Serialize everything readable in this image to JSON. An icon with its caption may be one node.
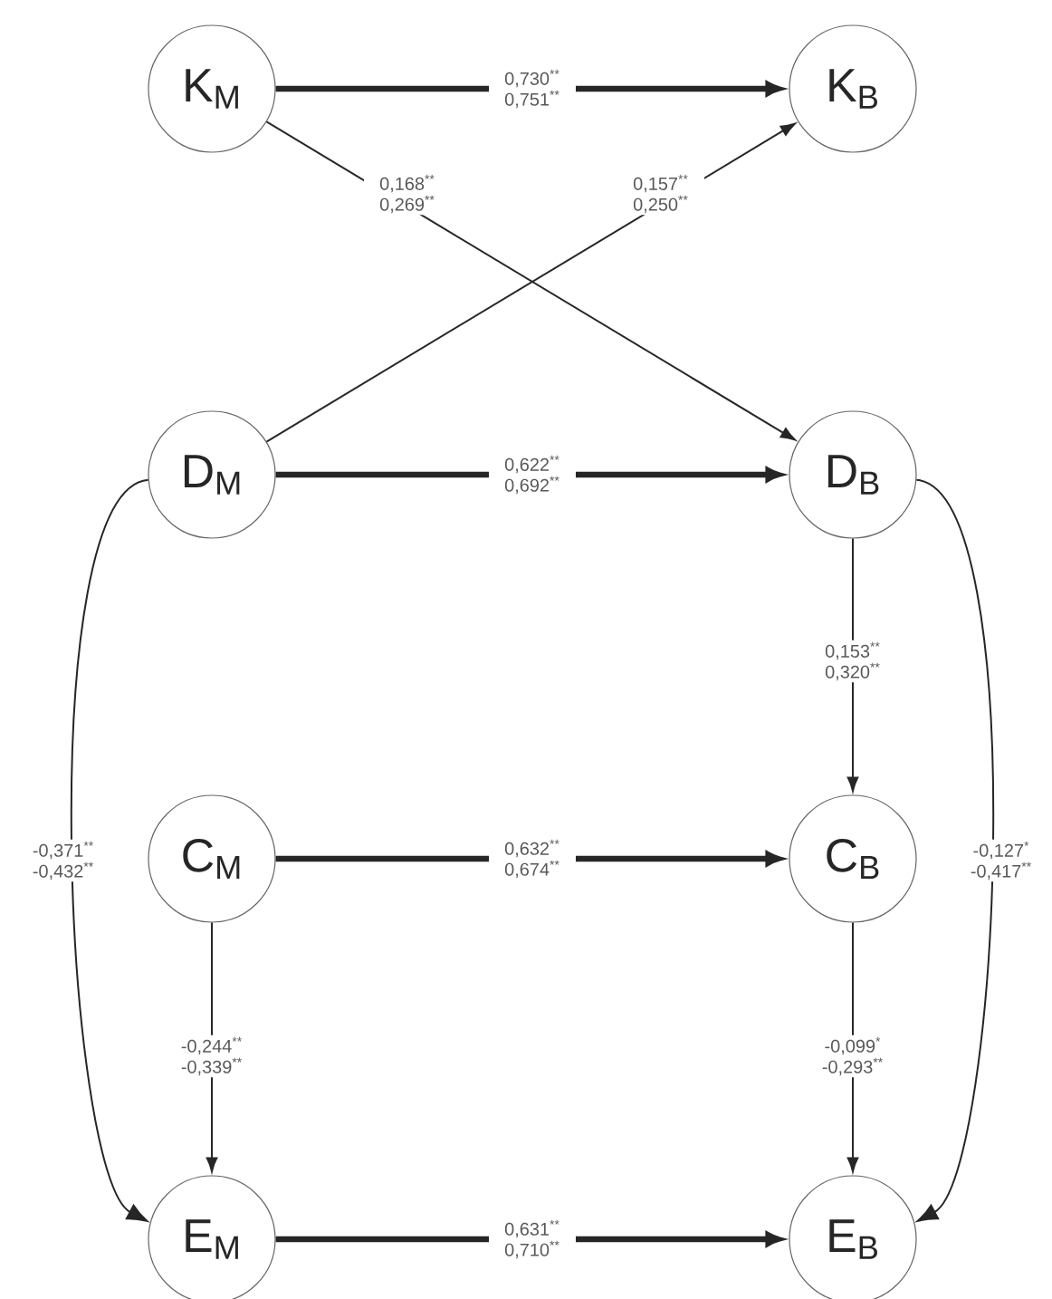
{
  "diagram": {
    "nodes": [
      {
        "text": [
          "K$_{M}$"
        ]
      },
      {
        "text": [
          "K$_{B}$"
        ]
      },
      {
        "text": [
          "D$_{M}$"
        ]
      },
      {
        "text": [
          "D$_{B}$"
        ]
      },
      {
        "text": [
          "C$_{M}$"
        ]
      },
      {
        "text": [
          "C$_{B}$"
        ]
      },
      {
        "text": [
          "E$_{M}$"
        ]
      },
      {
        "text": [
          "E$_{B}$"
        ]
      }
    ],
    "edges": [
      {
        "from": 0,
        "to": 1,
        "arrow": "to",
        "style": "thick",
        "label": "0,730$^{**}$ 0,751$^{**}$"
      },
      {
        "from": 0,
        "to": 3,
        "arrow": "to",
        "label": "0,168$^{**}$ 0,269$^{**}$"
      },
      {
        "from": 2,
        "to": 1,
        "arrow": "to",
        "label": "0,157$^{**}$ 0,250$^{**}$"
      },
      {
        "from": 2,
        "to": 3,
        "arrow": "to",
        "style": "thick",
        "label": "0,622$^{**}$ 0,692$^{**}$"
      },
      {
        "from": 3,
        "to": 5,
        "arrow": "to",
        "label": "0,153$^{**}$ 0,320$^{**}$"
      },
      {
        "from": 4,
        "to": 5,
        "arrow": "to",
        "style": "thick",
        "label": "0,632$^{**}$ 0,674$^{**}$"
      },
      {
        "from": 4,
        "to": 6,
        "arrow": "to",
        "label": "-0,244$^{**}$ -0,339$^{**}$"
      },
      {
        "from": 5,
        "to": 7,
        "arrow": "to",
        "label": "-0,099$^{*}$ -0,293$^{**}$"
      },
      {
        "from": 2,
        "to": 6,
        "arrow": "to",
        "label": "-0,371$^{**}$ -0,432$^{**}$"
      },
      {
        "from": 3,
        "to": 7,
        "arrow": "to",
        "label": "-0,127$^{*}$ -0,417$^{**}$"
      },
      {
        "from": 6,
        "to": 7,
        "arrow": "to",
        "style": "thick",
        "label": "0,631$^{**}$ 0,710$^{**}$"
      }
    ]
  }
}
